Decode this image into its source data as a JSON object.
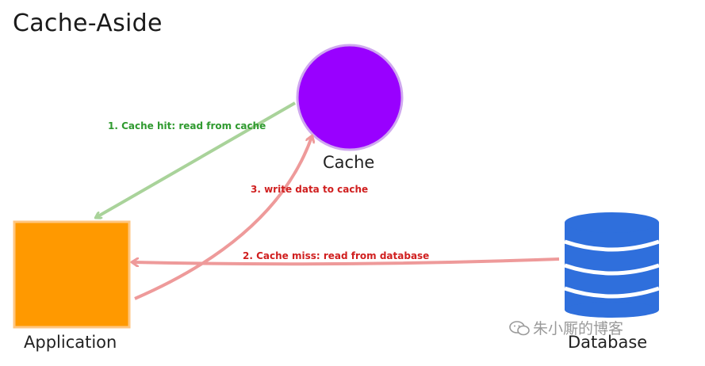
{
  "title": "Cache-Aside",
  "nodes": {
    "cache": {
      "label": "Cache"
    },
    "application": {
      "label": "Application"
    },
    "database": {
      "label": "Database"
    }
  },
  "edges": {
    "cache_hit": {
      "label": "1. Cache hit: read from cache"
    },
    "cache_miss": {
      "label": "2. Cache miss: read from database"
    },
    "write_cache": {
      "label": "3. write data to cache"
    }
  },
  "watermark": {
    "text": "朱小厮的博客"
  },
  "colors": {
    "cache_fill": "#9900ff",
    "cache_stroke": "#cfa8ef",
    "application_fill": "#ff9900",
    "database_fill": "#2f6fdc",
    "hit_arrow": "#a9d39a",
    "hit_text": "#2f9a2f",
    "miss_arrow": "#ee9a9a",
    "miss_text": "#d01f1f"
  }
}
